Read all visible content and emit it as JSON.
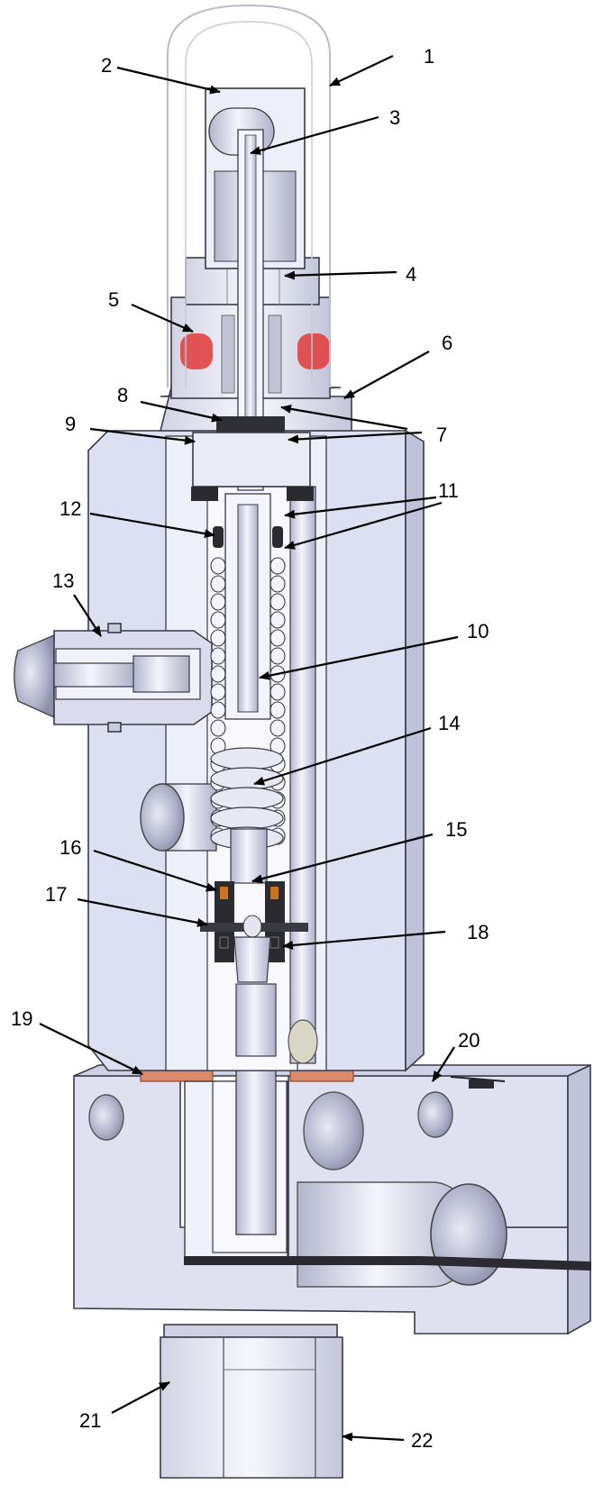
{
  "diagram": {
    "callouts": [
      "1",
      "2",
      "3",
      "4",
      "5",
      "6",
      "7",
      "8",
      "9",
      "10",
      "11",
      "12",
      "13",
      "14",
      "15",
      "16",
      "17",
      "18",
      "19",
      "20",
      "21",
      "22"
    ]
  },
  "colors": {
    "body": "#dddff0",
    "body_dark": "#b9bcd2",
    "section": "#f2f3fb",
    "steel": "#c9cce0",
    "copper": "#d98a6a",
    "red_window": "#e23a3a",
    "seal_black": "#2a2a30",
    "seal_orange": "#c8741f",
    "glass": "#c8cad6"
  }
}
